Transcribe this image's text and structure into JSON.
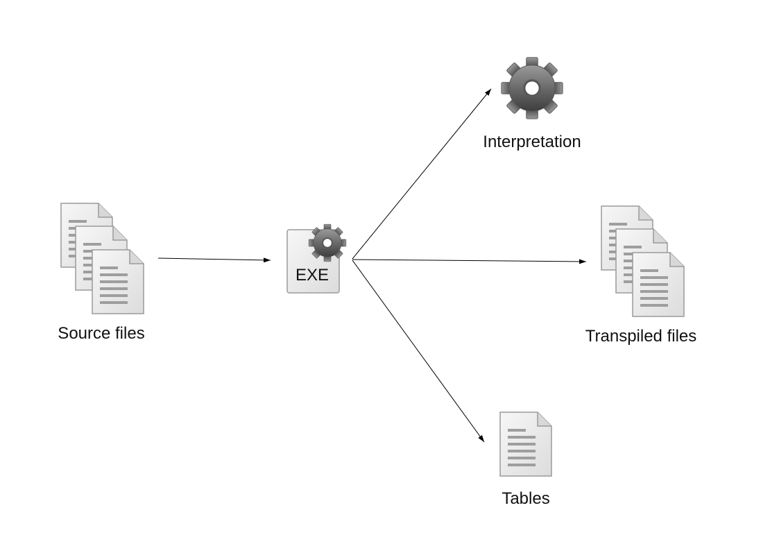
{
  "diagram": {
    "nodes": {
      "source": {
        "label": "Source files",
        "icon": "stacked-documents-icon"
      },
      "exe": {
        "label": "EXE",
        "icon": "executable-gear-icon"
      },
      "interpretation": {
        "label": "Interpretation",
        "icon": "gear-icon"
      },
      "transpiled": {
        "label": "Transpiled files",
        "icon": "stacked-documents-icon"
      },
      "tables": {
        "label": "Tables",
        "icon": "document-icon"
      }
    },
    "edges": [
      {
        "from": "source",
        "to": "exe"
      },
      {
        "from": "exe",
        "to": "interpretation"
      },
      {
        "from": "exe",
        "to": "transpiled"
      },
      {
        "from": "exe",
        "to": "tables"
      }
    ],
    "colors": {
      "doc_fill": "#efefef",
      "doc_stroke": "#9a9a9a",
      "doc_lines": "#9e9e9e",
      "gear": "#6e6e6e",
      "arrow": "#000000"
    }
  }
}
